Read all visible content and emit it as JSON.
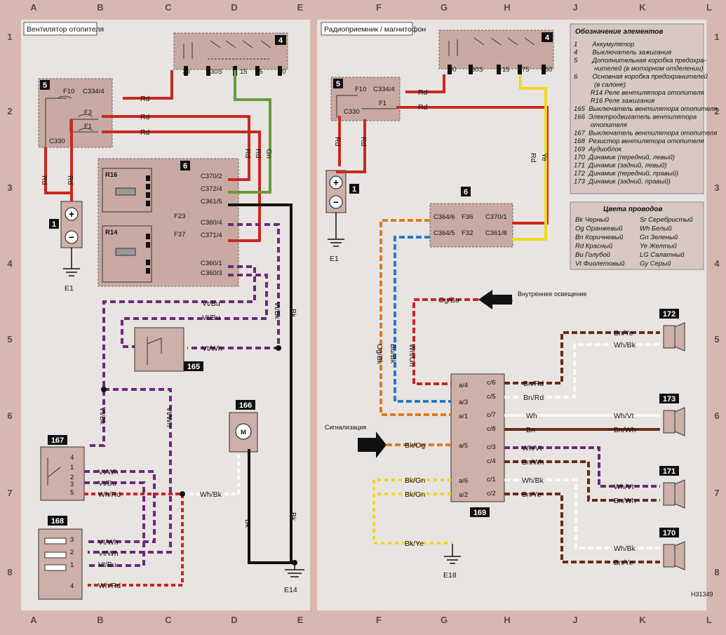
{
  "grid": {
    "columns": [
      "A",
      "B",
      "C",
      "D",
      "E",
      "F",
      "G",
      "H",
      "J",
      "K",
      "L"
    ],
    "rows": [
      "1",
      "2",
      "3",
      "4",
      "5",
      "6",
      "7",
      "8"
    ]
  },
  "left": {
    "title": "Вентилятор отопителя",
    "ignition_switch": {
      "id": "4",
      "pins": [
        "30",
        "30S",
        "15",
        "75",
        "50"
      ]
    },
    "fuse_box_5": {
      "id": "5",
      "fuses": [
        "F10",
        "F3",
        "F1"
      ],
      "connectors": [
        "C334/4",
        "C330"
      ]
    },
    "battery": {
      "id": "1"
    },
    "ground_e1": "E1",
    "fuse_box_6": {
      "id": "6",
      "relays": [
        "R16",
        "R14"
      ],
      "fuses": [
        "F23",
        "F37"
      ],
      "connectors": [
        "C370/2",
        "C372/4",
        "C361/5",
        "C360/4",
        "C371/4",
        "C360/1",
        "C360/3"
      ]
    },
    "switch_165": {
      "id": "165"
    },
    "motor_166": {
      "id": "166",
      "symbol": "M"
    },
    "switch_167": {
      "id": "167",
      "pins": [
        "4",
        "1",
        "2",
        "3",
        "5"
      ]
    },
    "resistor_168": {
      "id": "168",
      "pins": [
        "3",
        "2",
        "1",
        "4"
      ]
    },
    "ground_e14": "E14",
    "wires": {
      "rd": "Rd",
      "gn": "Gn",
      "bk": "Bk",
      "vtbu": "Vt/Bu",
      "vtbk": "Vt/Bk",
      "vtwh": "Vt/Wh",
      "whrd": "Wh/Rd",
      "whbk": "Wh/Bk"
    }
  },
  "right": {
    "title": "Радиоприемник / магнитофон",
    "ignition_switch": {
      "id": "4",
      "pins": [
        "30",
        "30S",
        "15",
        "75",
        "50"
      ]
    },
    "fuse_box_5": {
      "id": "5",
      "fuses": [
        "F10",
        "F1"
      ],
      "connectors": [
        "C334/4",
        "C330"
      ]
    },
    "battery": {
      "id": "1"
    },
    "ground_e1": "E1",
    "fuse_box_6": {
      "id": "6",
      "fuses": [
        "F36",
        "F32"
      ],
      "connectors": [
        "C364/6",
        "C370/1",
        "C364/5",
        "C361/8"
      ]
    },
    "arrow_in": {
      "id": "14/G5",
      "label": "Внутреннее освещение"
    },
    "alarm_label": "Сигнализация",
    "audio_169": {
      "id": "169",
      "left_pins": [
        "a/4",
        "a/3",
        "a/1",
        "a/5",
        "a/6",
        "a/2"
      ],
      "right_pins": [
        "c/6",
        "c/5",
        "c/7",
        "c/8",
        "c/3",
        "c/4",
        "c/1",
        "c/2"
      ]
    },
    "speakers": [
      "172",
      "173",
      "171",
      "170"
    ],
    "ground_e18": "E18",
    "wires": {
      "ogbu": "Og/Bu",
      "whgn": "Wh/Gn",
      "ogbk": "Og/Bk",
      "bubk": "Bu/Bk",
      "bkog": "Bk/Og",
      "bkgn": "Bk/Gn",
      "bkye": "Bk/Ye",
      "bnrd": "Bn/Rd",
      "wh": "Wh",
      "bn": "Bn",
      "whvt": "Wh/Vt",
      "bnwh": "Bn/Wh",
      "whbk": "Wh/Bk",
      "bnye": "Bn/Ye",
      "ye": "Ye",
      "rd": "Rd"
    },
    "legend": {
      "title": "Обозначение элементов",
      "items": [
        "1        Аккумулятор",
        "4        Выключатель зажигания",
        "5        Дополнительная коробка предохра-",
        "           нителей (в моторном отделении)",
        "6        Основная коробка предохранителей",
        "           (в салоне)",
        "         R14 Реле вентилятора отопителя",
        "         R16 Реле зажигания",
        "165  Выключатель вентилятора отопителя",
        "166  Электродвигатель вентилятора",
        "         отопителя",
        "167  Выключатель вентилятора отопителя",
        "168  Резистор вентилятора отопителя",
        "169  Аудиоблок",
        "170  Динамик (передний, левый)",
        "171  Динамик (задний, левый)",
        "172  Динамик (передний, правый)",
        "173  Динамик (задний, правый)"
      ]
    },
    "colors": {
      "title": "Цвета проводов",
      "rows": [
        [
          "Bk Черный",
          "Sr Серебристый"
        ],
        [
          "Og Оранжевый",
          "Wh Белый"
        ],
        [
          "Bn Коричневый",
          "Gn Зеленый"
        ],
        [
          "Rd Красный",
          "Ye Желтый"
        ],
        [
          "Bu Голубой",
          "LG Салатный"
        ],
        [
          "Vt Фиолетовый",
          "Gy Серый"
        ]
      ]
    },
    "code": "H31349"
  },
  "palette": {
    "rd": "#c82820",
    "gn": "#6a9a3a",
    "bk": "#111111",
    "vt": "#6a2a7a",
    "bu": "#2a78c8",
    "og": "#e07820",
    "bn": "#6a2a1a",
    "ye": "#f0d820",
    "wh": "#f8f8f8",
    "frame": "#d7b8b0",
    "panel": "#e8e4e2"
  }
}
